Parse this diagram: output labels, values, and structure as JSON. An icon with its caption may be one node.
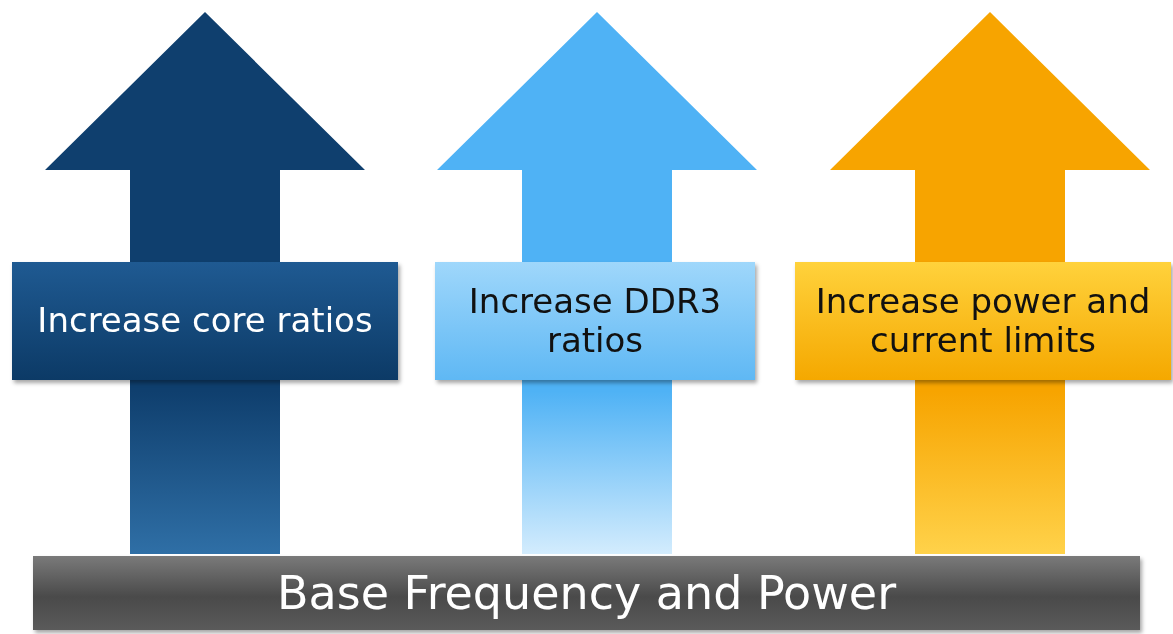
{
  "diagram": {
    "nodes": [
      {
        "text": [
          "Increase core ratios"
        ]
      },
      {
        "text": [
          "Increase DDR3 ratios"
        ]
      },
      {
        "text": [
          "Increase power and current limits"
        ]
      },
      {
        "text": [
          "Base Frequency and Power"
        ]
      }
    ]
  }
}
